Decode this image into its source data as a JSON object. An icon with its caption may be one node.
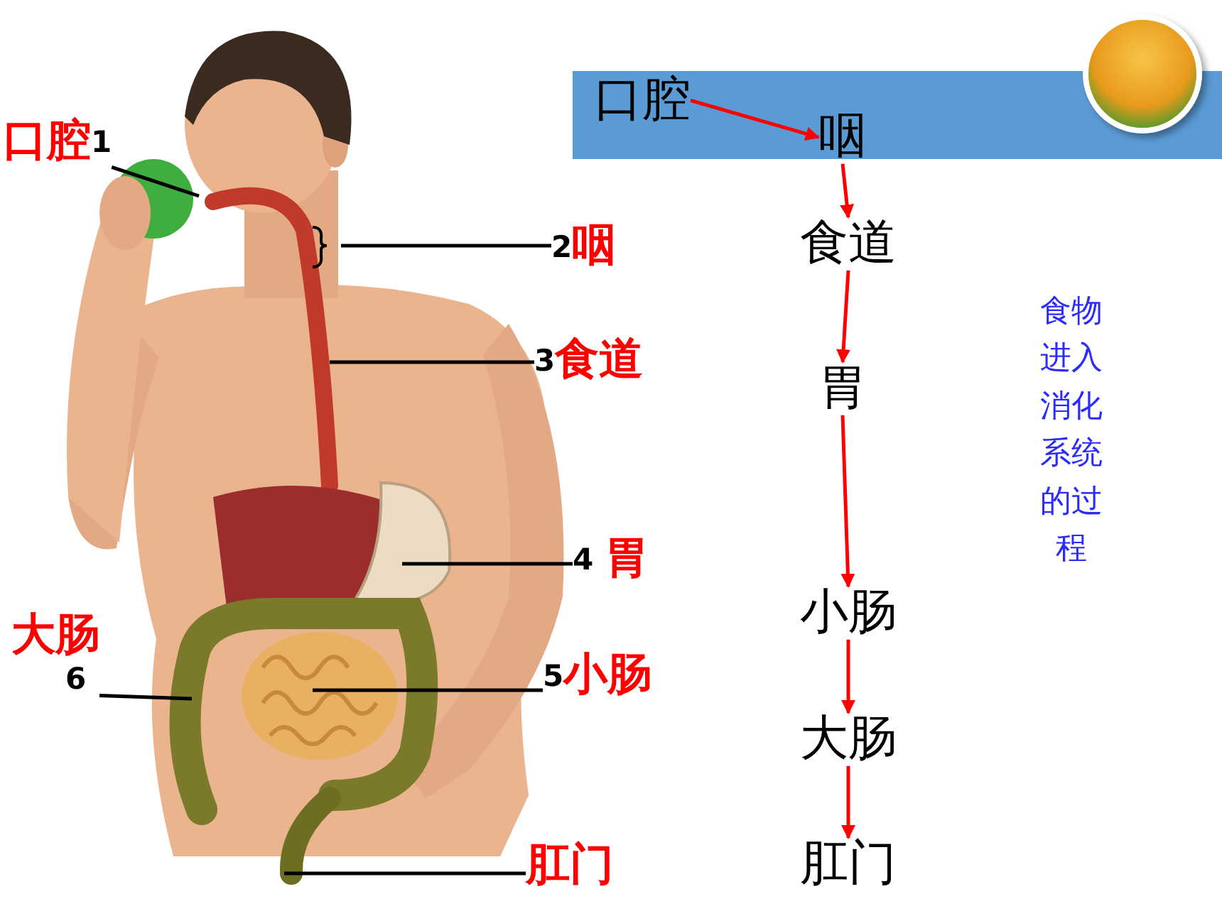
{
  "diagram": {
    "nodes": [
      {
        "text": [
          "口腔",
          "1"
        ]
      },
      {
        "text": [
          "2",
          "咽"
        ]
      },
      {
        "text": [
          "3",
          "食道"
        ]
      },
      {
        "text": [
          "4",
          "胃"
        ]
      },
      {
        "text": [
          "大肠",
          "6"
        ]
      },
      {
        "text": [
          "5",
          "小肠"
        ]
      },
      {
        "text": [
          "肛门"
        ]
      },
      {
        "text": [
          "口腔"
        ]
      },
      {
        "text": [
          "咽"
        ]
      },
      {
        "text": [
          "食道"
        ]
      },
      {
        "text": [
          "胃"
        ]
      },
      {
        "text": [
          "小肠"
        ]
      },
      {
        "text": [
          "大肠"
        ]
      },
      {
        "text": [
          "肛门"
        ]
      }
    ],
    "edges": [
      {
        "from": 0,
        "to": null,
        "arrow": "none"
      },
      {
        "from": 1,
        "to": null,
        "arrow": "none"
      },
      {
        "from": 2,
        "to": null,
        "arrow": "none"
      },
      {
        "from": 3,
        "to": null,
        "arrow": "none"
      },
      {
        "from": 4,
        "to": null,
        "arrow": "none"
      },
      {
        "from": 5,
        "to": null,
        "arrow": "none"
      },
      {
        "from": 6,
        "to": null,
        "arrow": "none"
      },
      {
        "from": 7,
        "to": 8,
        "arrow": "to",
        "color": "#ff0000"
      },
      {
        "from": 8,
        "to": 9,
        "arrow": "to",
        "color": "#ff0000"
      },
      {
        "from": 9,
        "to": 10,
        "arrow": "to",
        "color": "#ff0000"
      },
      {
        "from": 10,
        "to": 11,
        "arrow": "to",
        "color": "#ff0000"
      },
      {
        "from": 11,
        "to": 12,
        "arrow": "to",
        "color": "#ff0000"
      },
      {
        "from": 12,
        "to": 13,
        "arrow": "to",
        "color": "#ff0000"
      }
    ],
    "labels": [
      "食物进入消化系统的过程"
    ]
  }
}
